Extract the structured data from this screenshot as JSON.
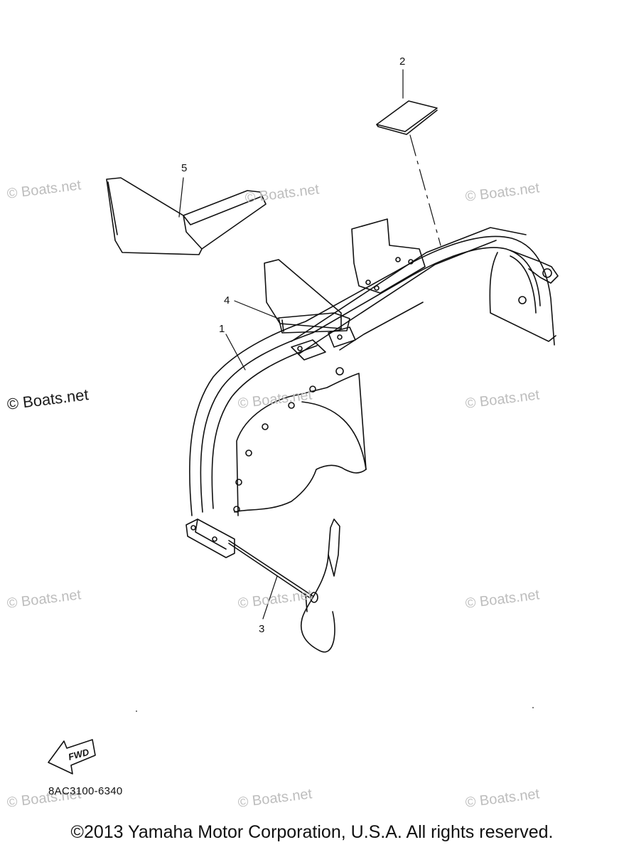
{
  "diagram": {
    "callouts": [
      "1",
      "2",
      "3",
      "4",
      "5"
    ],
    "fwd_label": "FWD",
    "part_code": "8AC3100-6340"
  },
  "watermark": {
    "text": "© Boats.net",
    "copies": 12
  },
  "footer": {
    "copyright": "©2013 Yamaha Motor Corporation, U.S.A. All rights reserved."
  }
}
